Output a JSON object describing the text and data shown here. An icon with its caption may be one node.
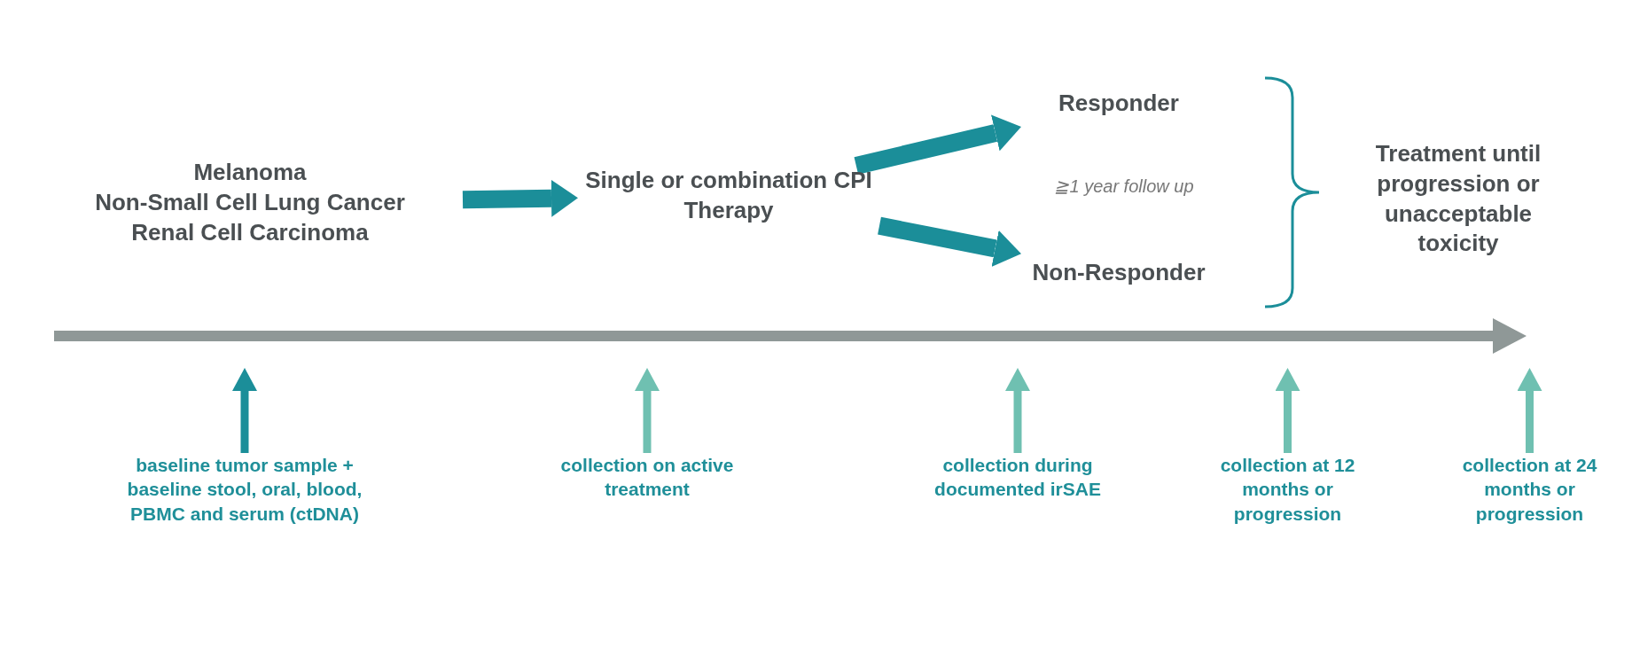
{
  "diagram": {
    "nodes": [
      {
        "text": [
          "Melanoma",
          "Non-Small Cell Lung Cancer",
          "Renal Cell Carcinoma"
        ]
      },
      {
        "text": [
          "Single or combination CPI Therapy"
        ]
      },
      {
        "text": [
          "Responder"
        ]
      },
      {
        "text": [
          "Non-Responder"
        ]
      },
      {
        "text": [
          "Treatment until progression or unacceptable toxicity"
        ]
      },
      {
        "text": [
          "baseline tumor sample + baseline stool, oral, blood, PBMC and serum (ctDNA)"
        ]
      },
      {
        "text": [
          "collection on active treatment"
        ]
      },
      {
        "text": [
          "collection during documented irSAE"
        ]
      },
      {
        "text": [
          "collection at 12 months or progression"
        ]
      },
      {
        "text": [
          "collection at 24 months or progression"
        ]
      }
    ],
    "edges": [
      {
        "from": 0,
        "to": 1,
        "arrow": "to",
        "style": "thick",
        "color": "#1b8e99"
      },
      {
        "from": 1,
        "to": 2,
        "arrow": "to",
        "style": "thick",
        "color": "#1b8e99"
      },
      {
        "from": 1,
        "to": 3,
        "arrow": "to",
        "style": "thick",
        "color": "#1b8e99"
      },
      {
        "from": 5,
        "to": null,
        "arrow": "to",
        "color": "#1b8e99"
      },
      {
        "from": 6,
        "to": null,
        "arrow": "to",
        "color": "#6fc0b1"
      },
      {
        "from": 7,
        "to": null,
        "arrow": "to",
        "color": "#6fc0b1"
      },
      {
        "from": 8,
        "to": null,
        "arrow": "to",
        "color": "#6fc0b1"
      },
      {
        "from": 9,
        "to": null,
        "arrow": "to",
        "color": "#6fc0b1"
      }
    ],
    "labels": [
      "≧1 year follow up"
    ]
  }
}
